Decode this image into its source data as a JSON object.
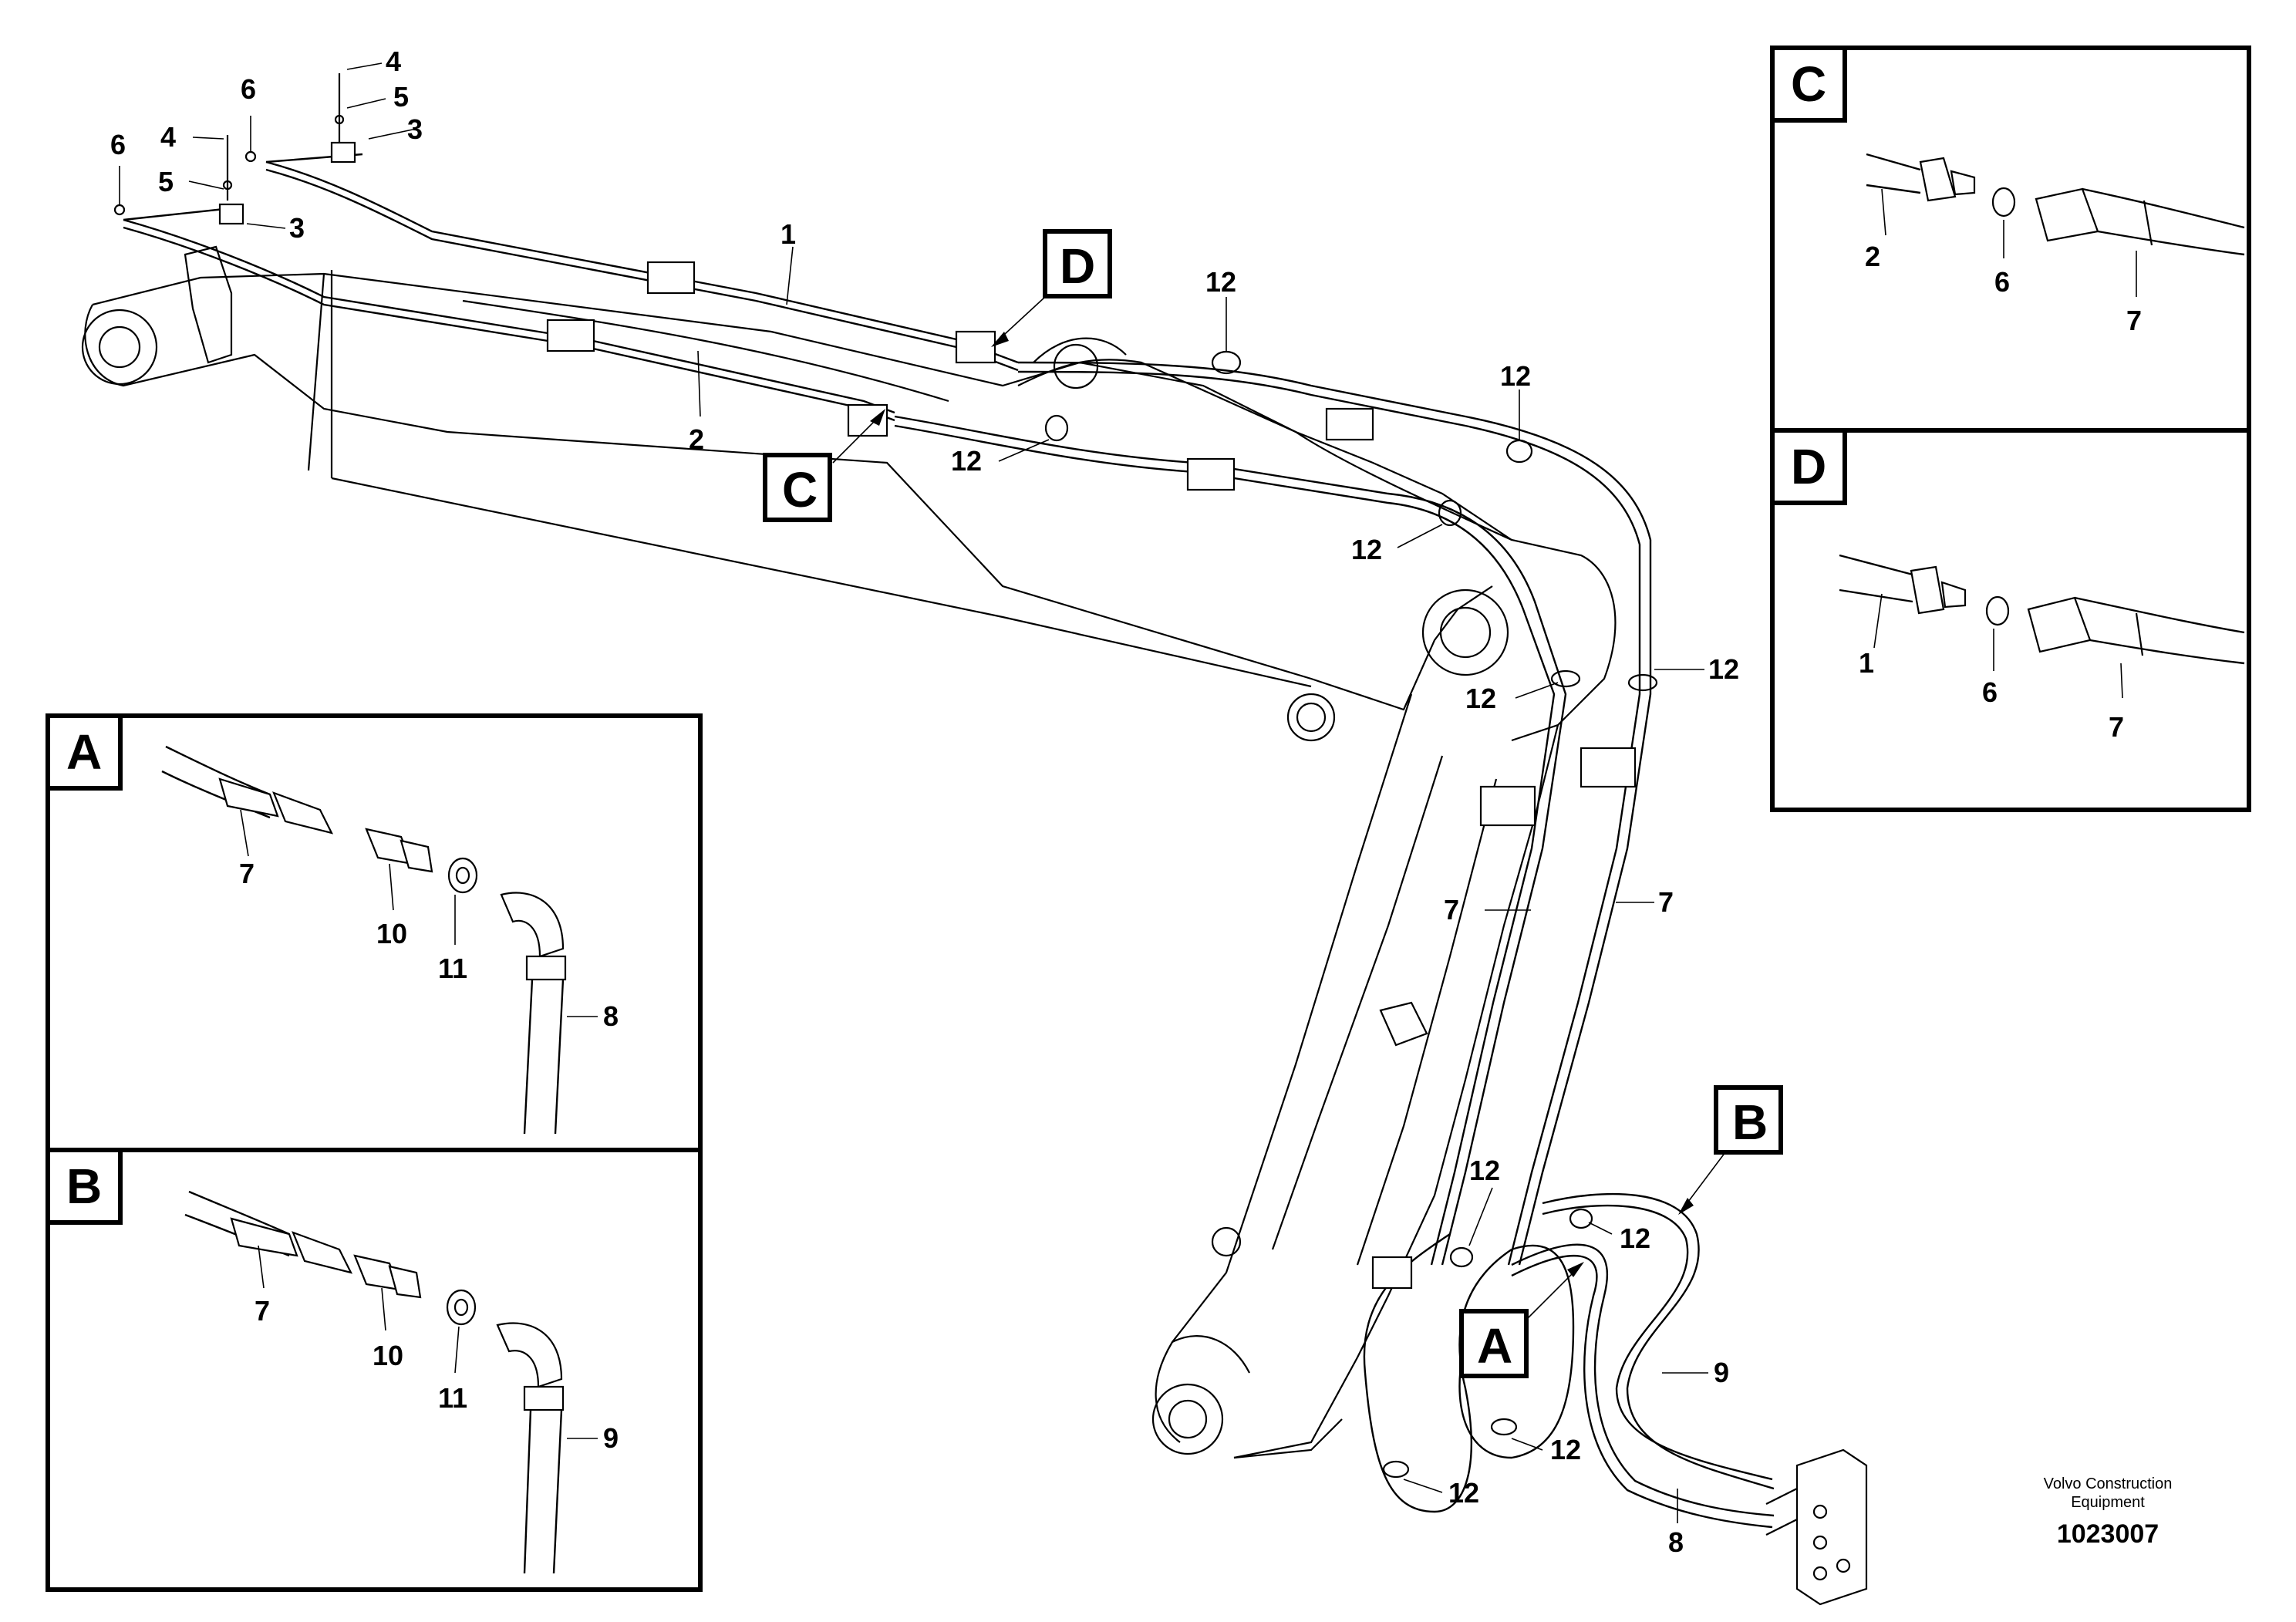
{
  "main_diagram": {
    "callouts": {
      "c1": "1",
      "c2": "2",
      "c3a": "3",
      "c3b": "3",
      "c4a": "4",
      "c4b": "4",
      "c5a": "5",
      "c5b": "5",
      "c6a": "6",
      "c6b": "6",
      "c7a": "7",
      "c7b": "7",
      "c8": "8",
      "c9": "9",
      "c12a": "12",
      "c12b": "12",
      "c12c": "12",
      "c12d": "12",
      "c12e": "12",
      "c12f": "12",
      "c12g": "12",
      "c12h": "12",
      "c12i": "12",
      "c12j": "12"
    },
    "view_markers": {
      "A": "A",
      "B": "B",
      "C": "C",
      "D": "D"
    }
  },
  "detail_views": {
    "A": {
      "letter": "A",
      "labels": {
        "hose": "7",
        "adapter": "10",
        "nut": "11",
        "elbow_hose": "8"
      }
    },
    "B": {
      "letter": "B",
      "labels": {
        "hose": "7",
        "adapter": "10",
        "nut": "11",
        "elbow_hose": "9"
      }
    },
    "C": {
      "letter": "C",
      "labels": {
        "pipe": "2",
        "seal": "6",
        "hose": "7"
      }
    },
    "D": {
      "letter": "D",
      "labels": {
        "pipe": "1",
        "seal": "6",
        "hose": "7"
      }
    }
  },
  "footer": {
    "company_line1": "Volvo Construction",
    "company_line2": "Equipment",
    "drawing_number": "1023007"
  }
}
